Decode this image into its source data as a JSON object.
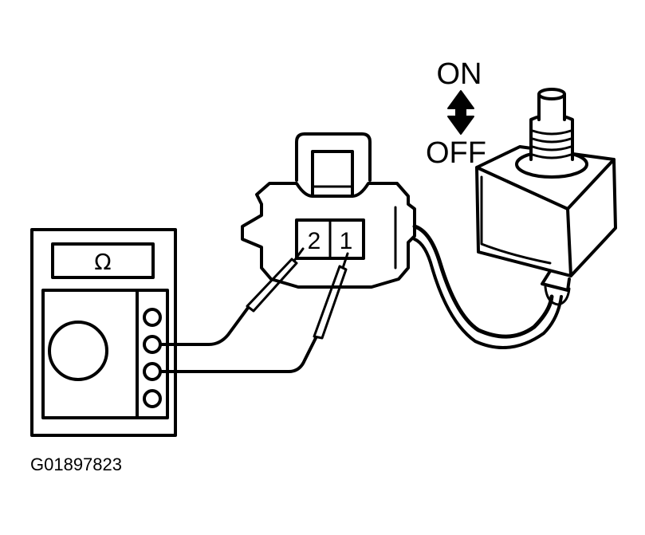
{
  "switch_states": {
    "on_label": "ON",
    "off_label": "OFF"
  },
  "connector": {
    "pins": [
      "2",
      "1"
    ]
  },
  "meter": {
    "display_symbol": "Ω",
    "terminal_count": 4
  },
  "figure_id": "G01897823",
  "colors": {
    "ink": "#000000",
    "paper": "#ffffff"
  }
}
